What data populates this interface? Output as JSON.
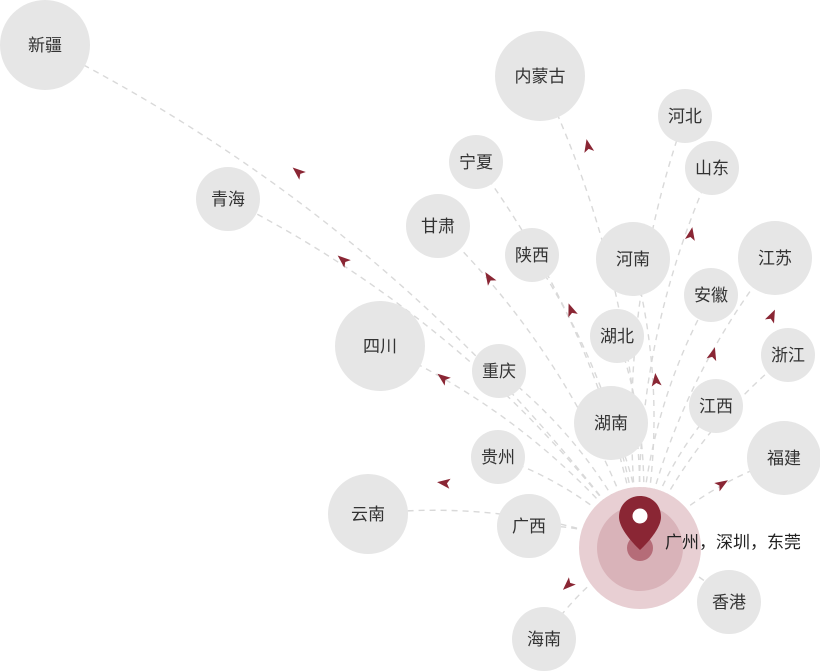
{
  "origin": {
    "label": "广州，深圳，东莞",
    "marker_icon": "location-pin-icon"
  },
  "colors": {
    "accent": "#8a2634",
    "halo_outer": "#e8cfd3",
    "halo_inner": "#d9b3b9",
    "node": "#e6e6e6",
    "route": "#d9d9d9"
  },
  "destinations": [
    {
      "id": "xinjiang",
      "label": "新疆"
    },
    {
      "id": "neimenggu",
      "label": "内蒙古"
    },
    {
      "id": "hebei",
      "label": "河北"
    },
    {
      "id": "shandong",
      "label": "山东"
    },
    {
      "id": "ningxia",
      "label": "宁夏"
    },
    {
      "id": "qinghai",
      "label": "青海"
    },
    {
      "id": "gansu",
      "label": "甘肃"
    },
    {
      "id": "shaanxi",
      "label": "陕西"
    },
    {
      "id": "henan",
      "label": "河南"
    },
    {
      "id": "jiangsu",
      "label": "江苏"
    },
    {
      "id": "anhui",
      "label": "安徽"
    },
    {
      "id": "sichuan",
      "label": "四川"
    },
    {
      "id": "hubei",
      "label": "湖北"
    },
    {
      "id": "zhejiang",
      "label": "浙江"
    },
    {
      "id": "chongqing",
      "label": "重庆"
    },
    {
      "id": "jiangxi",
      "label": "江西"
    },
    {
      "id": "hunan",
      "label": "湖南"
    },
    {
      "id": "guizhou",
      "label": "贵州"
    },
    {
      "id": "fujian",
      "label": "福建"
    },
    {
      "id": "yunnan",
      "label": "云南"
    },
    {
      "id": "guangxi",
      "label": "广西"
    },
    {
      "id": "xianggang",
      "label": "香港"
    },
    {
      "id": "hainan",
      "label": "海南"
    }
  ]
}
